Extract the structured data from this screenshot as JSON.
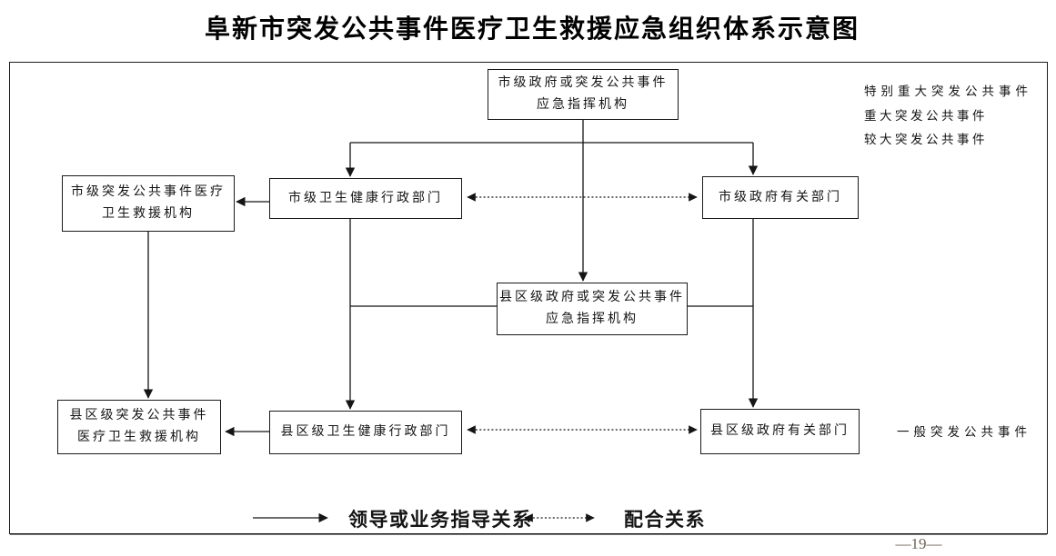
{
  "title": "阜新市突发公共事件医疗卫生救援应急组织体系示意图",
  "nodes": {
    "city_hq": {
      "line1": "市级政府或突发公共事件",
      "line2": "应急指挥机构"
    },
    "city_rescue": {
      "line1": "市级突发公共事件医疗",
      "line2": "卫生救援机构"
    },
    "city_health": {
      "line1": "市级卫生健康行政部门"
    },
    "city_gov": {
      "line1": "市级政府有关部门"
    },
    "county_hq": {
      "line1": "县区级政府或突发公共事件",
      "line2": "应急指挥机构"
    },
    "county_rescue": {
      "line1": "县区级突发公共事件",
      "line2": "医疗卫生救援机构"
    },
    "county_health": {
      "line1": "县区级卫生健康行政部门"
    },
    "county_gov": {
      "line1": "县区级政府有关部门"
    }
  },
  "side_labels": {
    "top": [
      "特别重大突发公共事件",
      "重大突发公共事件",
      "较大突发公共事件"
    ],
    "bottom": "一般突发公共事件"
  },
  "legend": {
    "lead_label": "领导或业务指导关系",
    "coop_label": "配合关系"
  },
  "page_number": "—19—",
  "colors": {
    "line": "#151515",
    "text": "#141414",
    "page_number": "#6e6459"
  }
}
